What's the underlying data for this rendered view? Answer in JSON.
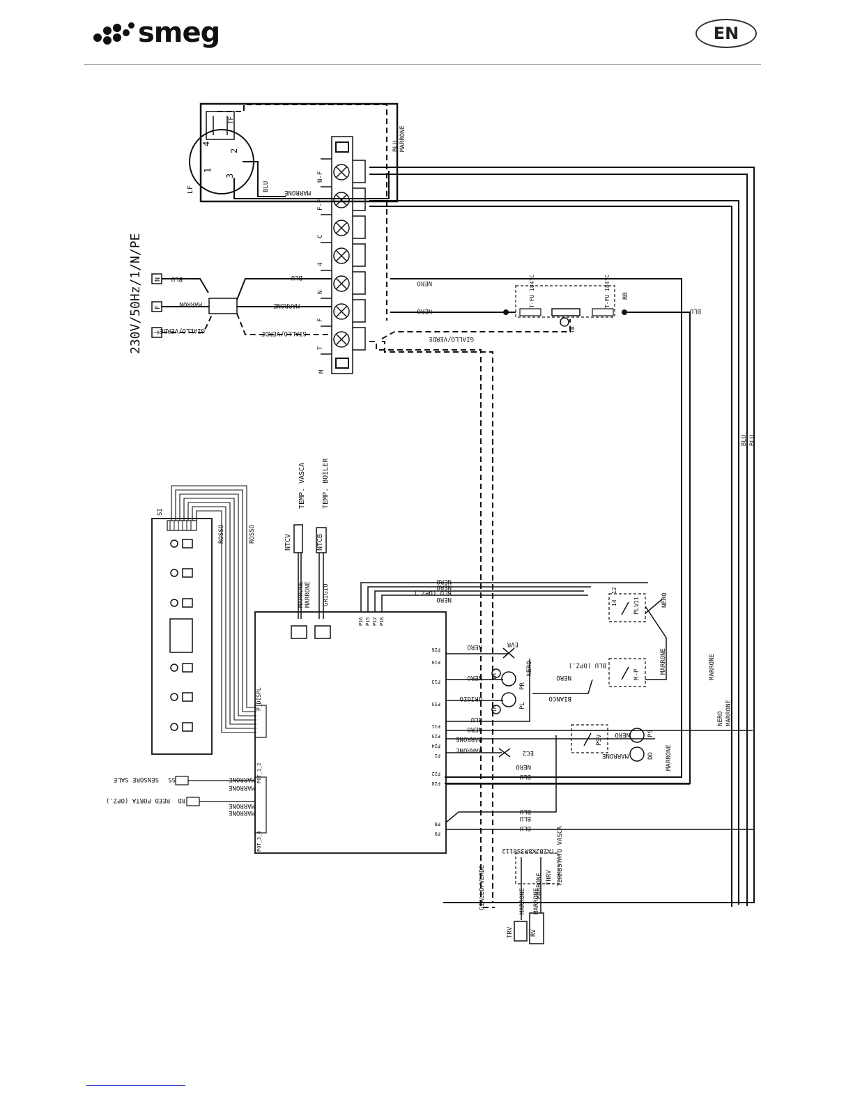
{
  "header": {
    "brand": "smeg",
    "language": "EN"
  },
  "supply": {
    "label": "230V/50Hz/1/N/PE"
  },
  "terminal_block": {
    "left_labels": [
      "N",
      "F",
      "⏚"
    ],
    "wire_labels": [
      "BLU",
      "MARRON",
      "GIALLO/VERDE",
      "BLU",
      "MARRONE",
      "GIALLO/VERDE"
    ],
    "positions": [
      "T",
      "F",
      "N",
      "4",
      "C",
      "F-F",
      "N-F"
    ],
    "letter_m": "M"
  },
  "filter_switch": {
    "label": "LF",
    "contacts": [
      "1",
      "2",
      "3",
      "4"
    ],
    "tag": "TF",
    "wires": [
      "BLU",
      "MARRONE",
      "BLU",
      "MARRONE"
    ]
  },
  "heater": {
    "label": "RB",
    "fuse_left": "T-FU 184°C",
    "fuse_right": "T-FU 184°C",
    "tb": "TB"
  },
  "main_wires": {
    "nero_top": "NERO",
    "nero_mid": "NERO",
    "blu_right": "BLU",
    "gv": "GIALLO/VERDE",
    "blu_long_1": "BLU",
    "blu_long_2": "BLU"
  },
  "sensors": {
    "ntcv": "NTCV",
    "ntcv_desc": "TEMP. VASCA",
    "ntcb": "NTCB",
    "ntcb_desc": "TEMP. BOILER",
    "wire_marrone_1": "MARRONE",
    "wire_marrone_2": "MARRONE",
    "wire_grigio": "GRIGIO"
  },
  "display_board": {
    "label": "SI",
    "wire_rosso_1": "ROSSO",
    "wire_rosso_2": "ROSSO",
    "connector": "P_DISPL"
  },
  "control_board": {
    "top_pins": [
      "P16",
      "P15",
      "P12",
      "P18"
    ],
    "top_wires": [
      "NERO",
      "NERO",
      "BLU (OPZ.)",
      "NERO"
    ],
    "right_pins": [
      "P26",
      "P10",
      "P13",
      "P33",
      "P11",
      "P23",
      "P24",
      "P2",
      "P22",
      "P28",
      "P8",
      "P9"
    ],
    "left_connectors": [
      "POT_1_2",
      "POT_3_4"
    ]
  },
  "components": {
    "evr": "EVR",
    "pr": "PR",
    "pl": "PL",
    "tm1": "TM",
    "tm2": "TM",
    "plv": "PLV",
    "mp": "M-P",
    "psv": "PSV",
    "ps": "PS",
    "dd": "DD",
    "ec2": "EC2",
    "relay_pins": [
      "14",
      "12",
      "11"
    ]
  },
  "right_wires": {
    "nero_evr": "NERO",
    "nero_pr": "NERO",
    "nero_pr_2": "NERO",
    "grigio": "GRIGIO",
    "bianco": "BIANCO",
    "blu_pl": "BLU",
    "nero_p11": "NERO",
    "marrone_p23": "MARRONE",
    "marrone_p24": "MARRONE",
    "nero_p22": "NERO",
    "blu_p28": "BLU",
    "blu_p8": "BLU",
    "blu_p8_2": "BLU",
    "blu_p9": "BLU",
    "nero_plv": "NERO",
    "marrone_plv": "MARRONE",
    "blu_opz": "BLU (OPZ.)",
    "nero_mp": "NERO",
    "marrone_long": "MARRONE",
    "nero_long": "NERO",
    "marrone_long_2": "MARRONE",
    "nero_ps": "NERO",
    "marrone_dd": "MARRONE",
    "marrone_dd_2": "MARRONE"
  },
  "left_sensors": {
    "ss_wires": [
      "MARRONE",
      "MARRONE"
    ],
    "ss": "SS",
    "ss_desc": "SENSORE SALE",
    "rd_wires": [
      "MARRONE",
      "MARRONE"
    ],
    "rd": "RD",
    "rd_desc": "REED PORTA (OPZ.)"
  },
  "tank_thermostat": {
    "thrv": "THRV",
    "desc": "TERMOSTATO VASCA",
    "trv": "TRV",
    "rv": "RV",
    "wires": [
      "MARRONE",
      "MARRONE",
      "MARRONE"
    ],
    "gv": "GIALLO/VERDE",
    "label": "TAZ02K8M3S0112"
  }
}
